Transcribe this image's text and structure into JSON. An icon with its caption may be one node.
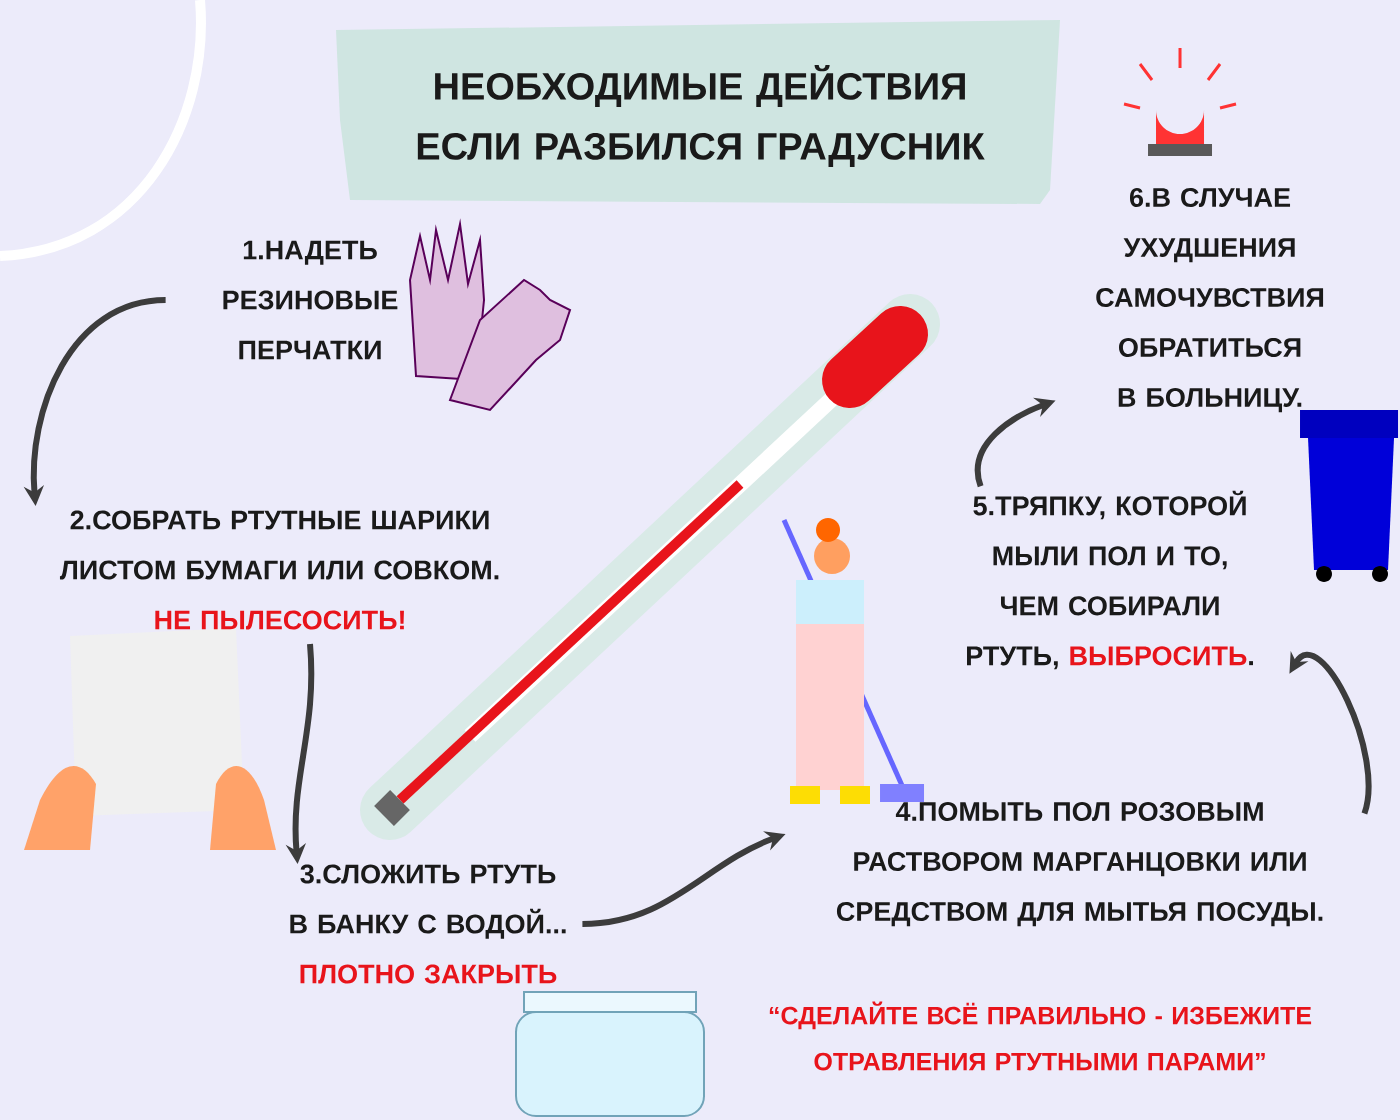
{
  "diagram": {
    "title": "НЕОБХОДИМЫЕ ДЕЙСТВИЯ ЕСЛИ РАЗБИЛСЯ ГРАДУСНИК",
    "nodes": [
      {
        "text": [
          "1.НАДЕТЬ РЕЗИНОВЫЕ ПЕРЧАТКИ"
        ]
      },
      {
        "text": [
          "2.СОБРАТЬ РТУТНЫЕ ШАРИКИ ЛИСТОМ БУМАГИ ИЛИ СОВКОМ.",
          "НЕ ПЫЛЕСОСИТЬ!"
        ]
      },
      {
        "text": [
          "3.СЛОЖИТЬ РТУТЬ В БАНКУ С ВОДОЙ...",
          "ПЛОТНО ЗАКРЫТЬ"
        ]
      },
      {
        "text": [
          "4.ПОМЫТЬ ПОЛ РОЗОВЫМ РАСТВОРОМ МАРГАНЦОВКИ ИЛИ СРЕДСТВОМ ДЛЯ МЫТЬЯ ПОСУДЫ."
        ]
      },
      {
        "text": [
          "5.ТРЯПКУ, КОТОРОЙ МЫЛИ ПОЛ И ТО, ЧЕМ СОБИРАЛИ РТУТЬ,",
          "ВЫБРОСИТЬ",
          "."
        ]
      },
      {
        "text": [
          "6.В СЛУЧАЕ УХУДШЕНИЯ САМОЧУВСТВИЯ ОБРАТИТЬСЯ В БОЛЬНИЦУ."
        ]
      }
    ],
    "edges": [
      {
        "from": 0,
        "to": 1,
        "arrow": "to"
      },
      {
        "from": 1,
        "to": 2,
        "arrow": "to"
      },
      {
        "from": 2,
        "to": 3,
        "arrow": "to"
      },
      {
        "from": 3,
        "to": 4,
        "arrow": "to"
      },
      {
        "from": 4,
        "to": 5,
        "arrow": "to"
      }
    ],
    "labels": [
      "“СДЕЛАЙТЕ ВСЁ ПРАВИЛЬНО - ИЗБЕЖИТЕ ОТРАВЛЕНИЯ РТУТНЫМИ ПАРАМИ”"
    ]
  }
}
